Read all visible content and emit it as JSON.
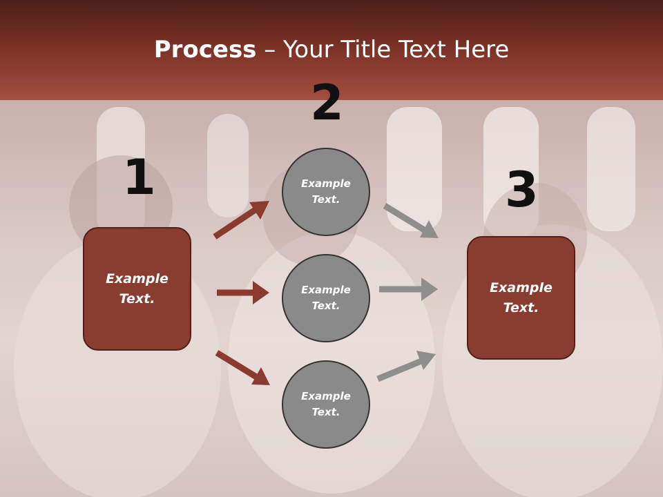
{
  "header": {
    "title_bold": "Process",
    "title_rest": " – Your Title Text Here"
  },
  "steps": {
    "one": {
      "number": "1",
      "line1": "Example",
      "line2": "Text."
    },
    "two": {
      "number": "2"
    },
    "three": {
      "number": "3",
      "line1": "Example",
      "line2": "Text."
    }
  },
  "circles": [
    {
      "line1": "Example",
      "line2": "Text."
    },
    {
      "line1": "Example",
      "line2": "Text."
    },
    {
      "line1": "Example",
      "line2": "Text."
    }
  ],
  "colors": {
    "header_dark": "#4a1f1a",
    "header_light": "#a34e40",
    "box_fill": "#893d30",
    "circle_fill": "#8a8a8a",
    "arrow_red": "#8a3a2e",
    "arrow_gray": "#8e8e8e"
  }
}
